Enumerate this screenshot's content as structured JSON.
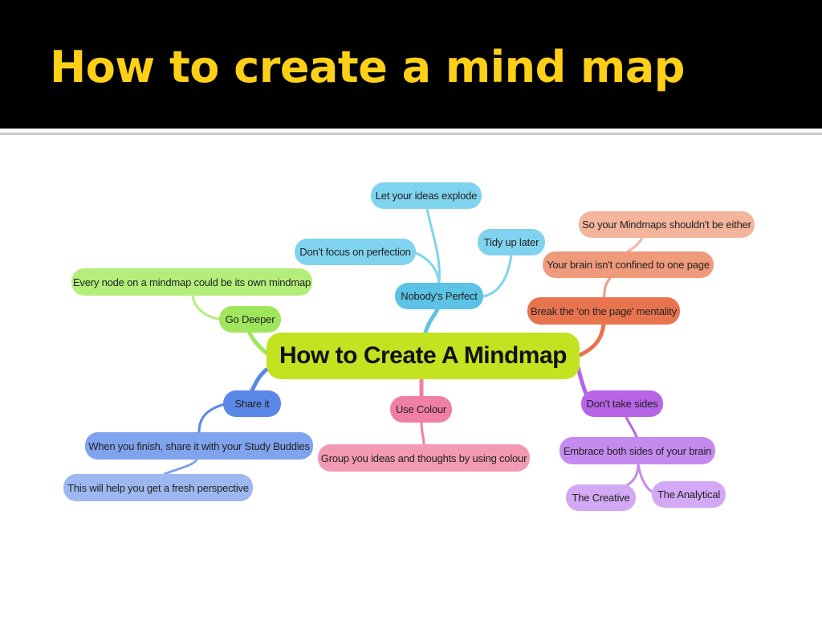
{
  "slide": {
    "title": "How to create a mind map"
  },
  "mindmap": {
    "central": {
      "label": "How to Create A Mindmap",
      "color": "#c3e21f"
    },
    "colors": {
      "cyan": "#7fd3ee",
      "cyan_dark": "#5cc3e6",
      "orange_light": "#f5b59c",
      "orange_mid": "#f09a7c",
      "orange_dark": "#e8744f",
      "green_light": "#b4ee7a",
      "green": "#a0e65c",
      "blue": "#5a88e6",
      "blue_mid": "#7fa3ec",
      "blue_light": "#9db8f0",
      "pink": "#ef7fa3",
      "pink_mid": "#f29ab3",
      "purple": "#b864e6",
      "purple_mid": "#c58af0",
      "purple_light": "#d3a8f4"
    },
    "nodes": {
      "let_ideas_explode": "Let your ideas explode",
      "dont_focus_perfection": "Don't focus on perfection",
      "tidy_up_later": "Tidy up later",
      "nobodys_perfect": "Nobody's Perfect",
      "so_your_mindmaps": "So your Mindmaps shouldn't be either",
      "brain_not_confined": "Your brain isn't confined to one page",
      "break_the_page": "Break the 'on the page' mentality",
      "every_node": "Every node on a mindmap could be its own mindmap",
      "go_deeper": "Go Deeper",
      "share_it": "Share it",
      "when_you_finish": "When you finish, share it with your Study Buddies",
      "fresh_perspective": "This will help you get a fresh perspective",
      "use_colour": "Use Colour",
      "group_ideas": "Group you ideas and thoughts by using colour",
      "dont_take_sides": "Don't take sides",
      "embrace_both": "Embrace both sides of your brain",
      "the_creative": "The Creative",
      "the_analytical": "The Analytical"
    }
  }
}
